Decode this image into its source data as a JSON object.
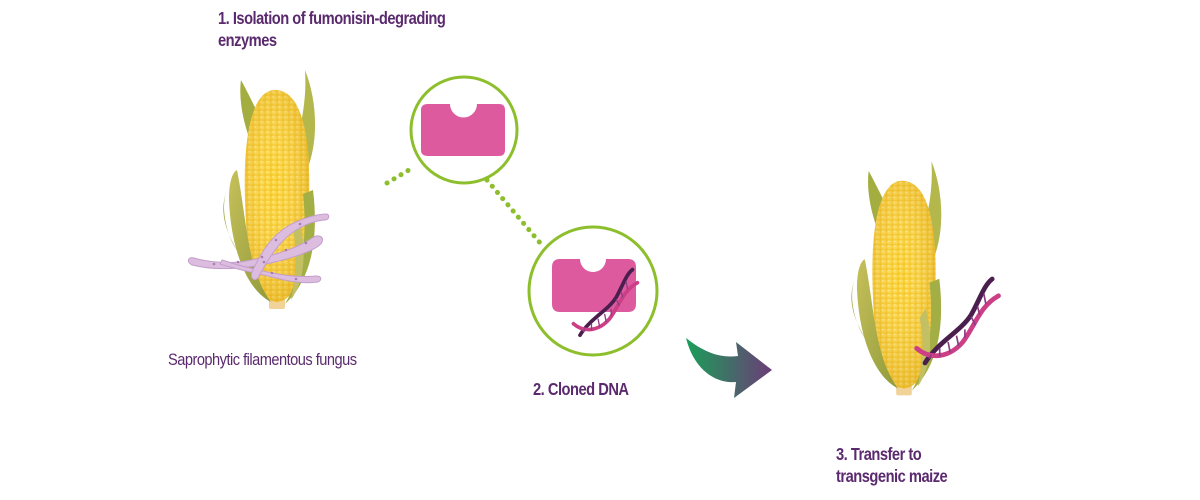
{
  "steps": {
    "step1_line1": "1. Isolation of fumonisin-degrading",
    "step1_line2": "enzymes",
    "step2": "2. Cloned DNA",
    "step3_line1": "3. Transfer to",
    "step3_line2": "transgenic maize"
  },
  "caption": "Saprophytic filamentous fungus",
  "colors": {
    "text": "#5b2a6e",
    "circle_stroke": "#8dbf2c",
    "dotted_connector": "#8dbf2c",
    "enzyme": "#dd5a9f",
    "dna_dark": "#4a1f4d",
    "dna_pink": "#cc3f86",
    "corn_kernels": "#f4c21f",
    "corn_husk": "#aeb347",
    "fungus_hyphae": "#dcbde0",
    "arrow_start": "#1a9e58",
    "arrow_end": "#6c3c78"
  },
  "icons": [
    "corn-cob-icon",
    "fungus-hyphae-icon",
    "enzyme-icon",
    "dna-helix-icon",
    "curved-arrow-icon"
  ]
}
